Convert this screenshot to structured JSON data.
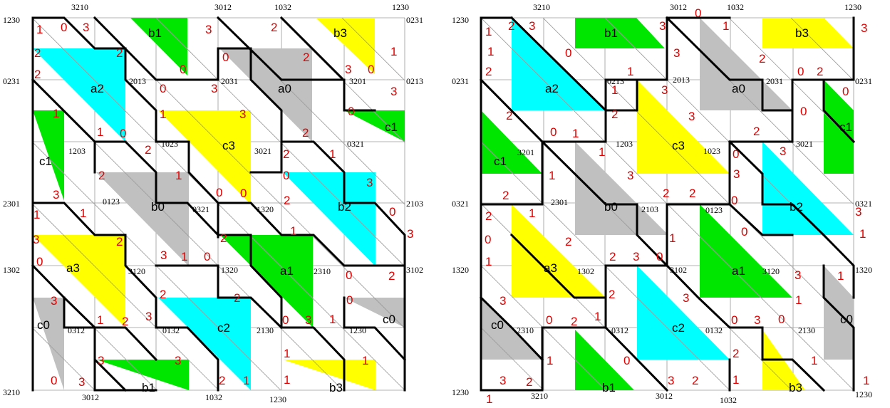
{
  "colors": {
    "cyan": "#00ffff",
    "green": "#00e600",
    "yellow": "#ffff00",
    "gray": "#c0c0c0",
    "numeral": "#e00000"
  },
  "panels": [
    {
      "corner_labels": [
        "3210",
        "3012",
        "1032",
        "1230",
        "1230",
        "0231",
        "0231",
        "0213",
        "2013",
        "2031",
        "3201",
        "1203",
        "1023",
        "3021",
        "0321",
        "2301",
        "2103",
        "0123",
        "0321",
        "1320",
        "1302",
        "3102",
        "3120",
        "1320",
        "2310",
        "0312",
        "0132",
        "2130",
        "1230",
        "3210",
        "3012",
        "1032",
        "1230"
      ],
      "tile_labels": [
        "b1",
        "b3",
        "a2",
        "a0",
        "c1",
        "c3",
        "c1",
        "b0",
        "b2",
        "a3",
        "a1",
        "c0",
        "c2",
        "c0",
        "b1",
        "b3"
      ],
      "numerals": [
        "1",
        "0",
        "3",
        "3",
        "2",
        "1",
        "2",
        "2",
        "0",
        "0",
        "2",
        "3",
        "0",
        "2",
        "0",
        "3",
        "3",
        "1",
        "0",
        "1",
        "3",
        "2",
        "1",
        "0",
        "2",
        "2",
        "1",
        "2",
        "1",
        "0",
        "3",
        "3",
        "0",
        "0",
        "2",
        "1",
        "1",
        "0",
        "3",
        "1",
        "3",
        "2",
        "2",
        "0",
        "3",
        "1",
        "0",
        "0",
        "2",
        "3",
        "2",
        "2",
        "0",
        "1",
        "2",
        "3",
        "0",
        "3",
        "1",
        "1",
        "1",
        "0",
        "3",
        "3",
        "3",
        "2",
        "1",
        "1"
      ]
    },
    {
      "corner_labels": [
        "3210",
        "3012",
        "1032",
        "1230",
        "1230",
        "0231",
        "0213",
        "2013",
        "2031",
        "0231",
        "3201",
        "1203",
        "1023",
        "3021",
        "0321",
        "2301",
        "2103",
        "0123",
        "0321",
        "1320",
        "1302",
        "3102",
        "3120",
        "1320",
        "2310",
        "0312",
        "0132",
        "2130",
        "1230",
        "3210",
        "3012",
        "1032",
        "1230"
      ],
      "tile_labels": [
        "b1",
        "b3",
        "a2",
        "a0",
        "c1",
        "c3",
        "c1",
        "b0",
        "b2",
        "a3",
        "a1",
        "c0",
        "c2",
        "c0",
        "b1",
        "b3"
      ],
      "numerals": [
        "1",
        "2",
        "3",
        "3",
        "0",
        "1",
        "3",
        "1",
        "0",
        "3",
        "2",
        "1",
        "2",
        "0",
        "2",
        "1",
        "3",
        "0",
        "2",
        "2",
        "0",
        "3",
        "0",
        "1",
        "2",
        "1",
        "3",
        "1",
        "3",
        "0",
        "2",
        "3",
        "2",
        "2",
        "0",
        "2",
        "1",
        "0",
        "3",
        "1",
        "1",
        "0",
        "2",
        "1",
        "2",
        "3",
        "0",
        "3",
        "1",
        "3",
        "2",
        "3",
        "1",
        "0",
        "2",
        "1",
        "0",
        "3",
        "0",
        "2",
        "1",
        "3",
        "2",
        "1",
        "0",
        "3",
        "2",
        "1",
        "1",
        "1"
      ]
    }
  ]
}
